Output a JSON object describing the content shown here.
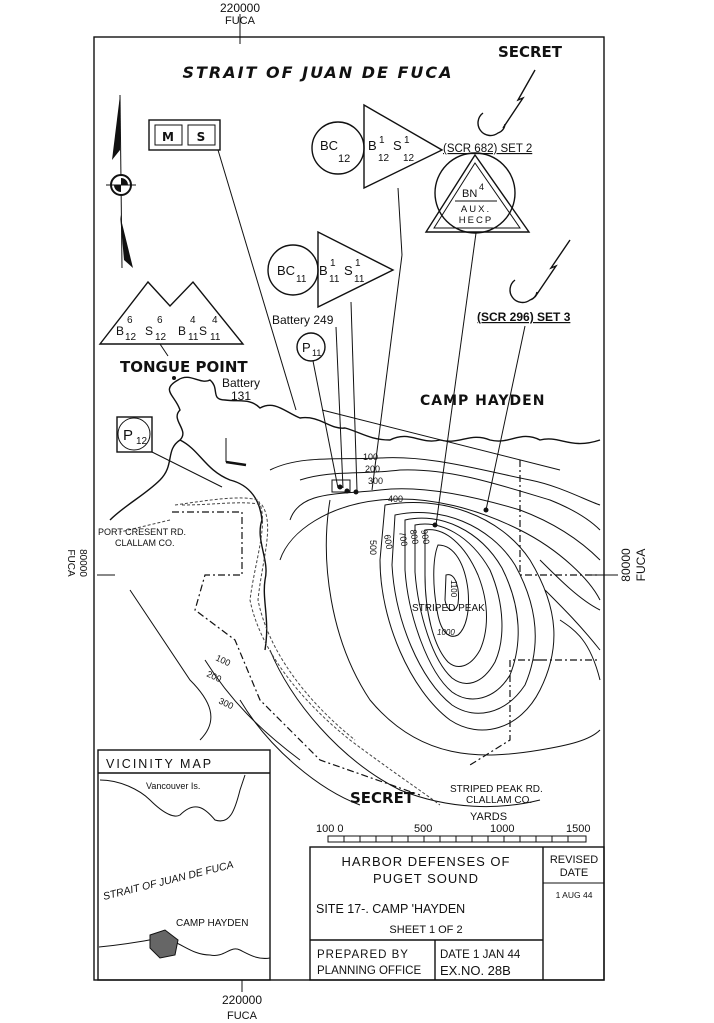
{
  "grid": {
    "top": "220000",
    "top_sub": "FUCA",
    "bottom": "220000",
    "bottom_sub": "FUCA",
    "left": "80000",
    "left_sub": "FUCA",
    "right": "80000",
    "right_sub": "FUCA"
  },
  "water_label": "STRAIT OF JUAN DE FUCA",
  "classification_top": "SECRET",
  "classification_bottom": "SECRET",
  "symbols": {
    "ms_box": {
      "m": "M",
      "s": "S"
    },
    "bc12": {
      "bc": "BC",
      "bc_sub": "12",
      "b": "B",
      "b_sup": "1",
      "b_sub": "12",
      "s": "S",
      "s_sup": "1",
      "s_sub": "12"
    },
    "bc11": {
      "bc": "BC",
      "bc_sub": "11",
      "b": "B",
      "b_sup": "1",
      "b_sub": "11",
      "s": "S",
      "s_sup": "1",
      "s_sub": "11"
    },
    "tongue": {
      "b12": "B",
      "b12_sup": "6",
      "b12_sub": "12",
      "s12": "S",
      "s12_sup": "6",
      "s12_sub": "12",
      "b11": "B",
      "b11_sup": "4",
      "b11_sub": "11",
      "s11": "S",
      "s11_sup": "4",
      "s11_sub": "11"
    },
    "hecp": {
      "bn": "BN",
      "bn_sup": "4",
      "aux": "AUX.",
      "hecp": "HECP"
    },
    "p11": {
      "p": "P",
      "sub": "11"
    },
    "p12": {
      "p": "P",
      "sub": "12"
    }
  },
  "labels": {
    "scr682": "(SCR 682) SET 2",
    "scr296": "(SCR 296) SET 3",
    "battery249": "Battery 249",
    "tongue_point": "TONGUE POINT",
    "battery131_a": "Battery",
    "battery131_b": "131",
    "camp_hayden": "CAMP HAYDEN",
    "port_cresent_a": "PORT CRESENT RD.",
    "port_cresent_b": "CLALLAM CO.",
    "striped_peak": "STRIPED PEAK",
    "striped_peak_rd_a": "STRIPED PEAK RD.",
    "striped_peak_rd_b": "CLALLAM CO.",
    "contours": [
      "100",
      "200",
      "300",
      "400",
      "500",
      "600",
      "700",
      "800",
      "900",
      "1000",
      "1100"
    ]
  },
  "scale": {
    "unit": "YARDS",
    "ticks": [
      "100 0",
      "500",
      "1000",
      "1500"
    ]
  },
  "vicinity_map": {
    "title": "VICINITY MAP",
    "vancouver": "Vancouver Is.",
    "strait": "STRAIT OF JUAN DE FUCA",
    "camp": "CAMP HAYDEN"
  },
  "title_block": {
    "line1": "HARBOR DEFENSES OF",
    "line2": "PUGET SOUND",
    "site": "SITE 17-. CAMP 'HAYDEN",
    "sheet": "SHEET 1 OF 2",
    "prepared_a": "PREPARED BY",
    "prepared_b": "PLANNING OFFICE",
    "date": "DATE 1 JAN 44",
    "ex_no": "EX.NO. 28B",
    "revised_a": "REVISED",
    "revised_b": "DATE",
    "revised_date": "1 AUG 44"
  }
}
